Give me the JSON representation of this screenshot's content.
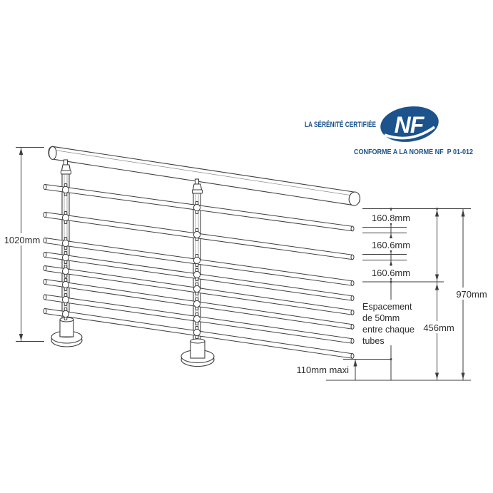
{
  "certification": {
    "tagline": "LA SÉRÉNITÉ CERTIFIÉE",
    "logo_text": "NF",
    "conformity_line": "CONFORME A LA NORME NF  P 01-012",
    "brand_color": "#1c538c"
  },
  "diagram": {
    "labels": {
      "total_height": "1020mm",
      "gap_top": "160.8mm",
      "gap_mid": "160.6mm",
      "gap_lower": "160.6mm",
      "rail_height": "970mm",
      "lower_span": "456mm",
      "ground_clearance": "110mm maxi",
      "spacing_lines": [
        "Espacement",
        "de 50mm",
        "entre chaque",
        "tubes"
      ]
    }
  }
}
